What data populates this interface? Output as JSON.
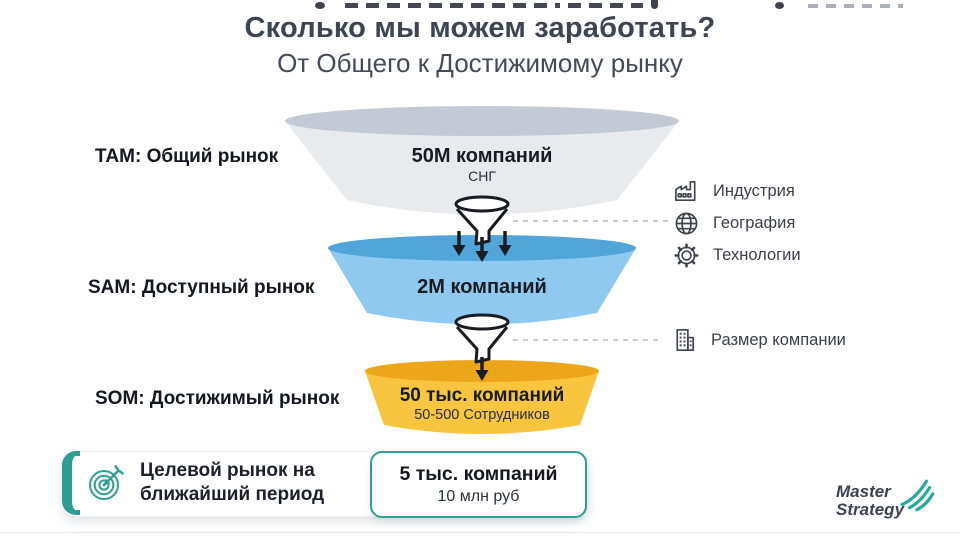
{
  "title": "Сколько мы можем заработать?",
  "subtitle": "От Общего к Достижимому рынку",
  "funnel": {
    "stages": [
      {
        "id": "tam",
        "label": "ТАМ: Общий рынок",
        "value": "50M компаний",
        "subvalue": "СНГ",
        "top_color": "#c4cad5",
        "body_color": "#e8eaee"
      },
      {
        "id": "sam",
        "label": "SAM: Доступный рынок",
        "value": "2M компаний",
        "subvalue": "",
        "top_color": "#51a5d9",
        "body_color": "#90c9f0"
      },
      {
        "id": "som",
        "label": "SOM: Достижимый рынок",
        "value": "50 тыс. компаний",
        "subvalue": "50-500 Сотрудников",
        "top_color": "#eda61a",
        "body_color": "#f7c53e"
      }
    ]
  },
  "filters": [
    {
      "icon": "factory-icon",
      "label": "Индустрия"
    },
    {
      "icon": "globe-icon",
      "label": "География"
    },
    {
      "icon": "gear-icon",
      "label": "Технологии"
    },
    {
      "icon": "building-icon",
      "label": "Размер компании"
    }
  ],
  "target": {
    "title_line1": "Целевой рынок на",
    "title_line2": "ближайший период",
    "value": "5 тыс. компаний",
    "subvalue": "10 млн руб"
  },
  "logo": {
    "line1": "Master",
    "line2": "Strategy"
  },
  "colors": {
    "accent_teal": "#2f9e92",
    "dark_stroke": "#171b22",
    "dashed_line": "#c7cacf",
    "icon_stroke": "#3d434c"
  }
}
